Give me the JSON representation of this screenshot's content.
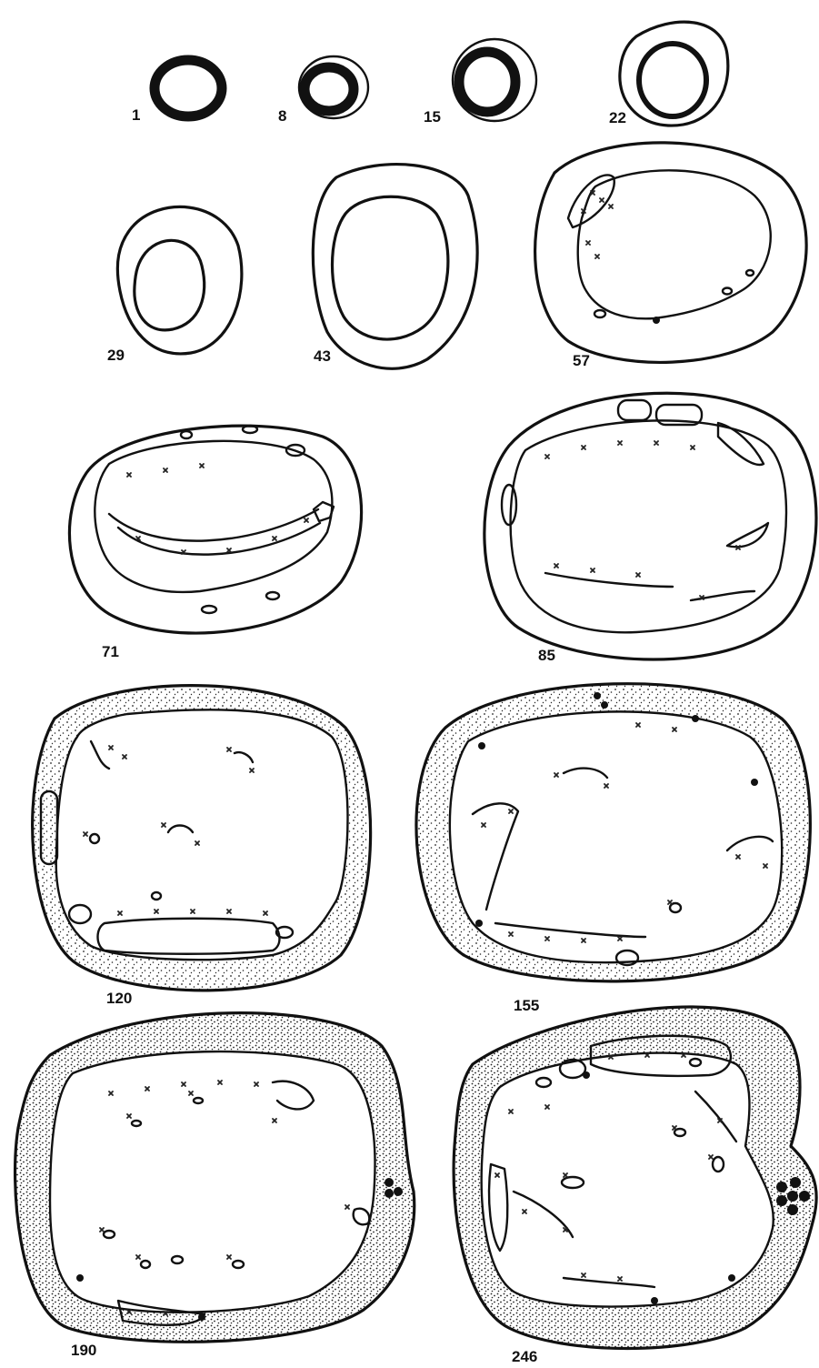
{
  "figure": {
    "stages": [
      {
        "id": "s1",
        "label": "1"
      },
      {
        "id": "s8",
        "label": "8"
      },
      {
        "id": "s15",
        "label": "15"
      },
      {
        "id": "s22",
        "label": "22"
      },
      {
        "id": "s29",
        "label": "29"
      },
      {
        "id": "s43",
        "label": "43"
      },
      {
        "id": "s57",
        "label": "57"
      },
      {
        "id": "s71",
        "label": "71"
      },
      {
        "id": "s85",
        "label": "85"
      },
      {
        "id": "s120",
        "label": "120"
      },
      {
        "id": "s155",
        "label": "155"
      },
      {
        "id": "s190",
        "label": "190"
      },
      {
        "id": "s246",
        "label": "246"
      }
    ]
  }
}
